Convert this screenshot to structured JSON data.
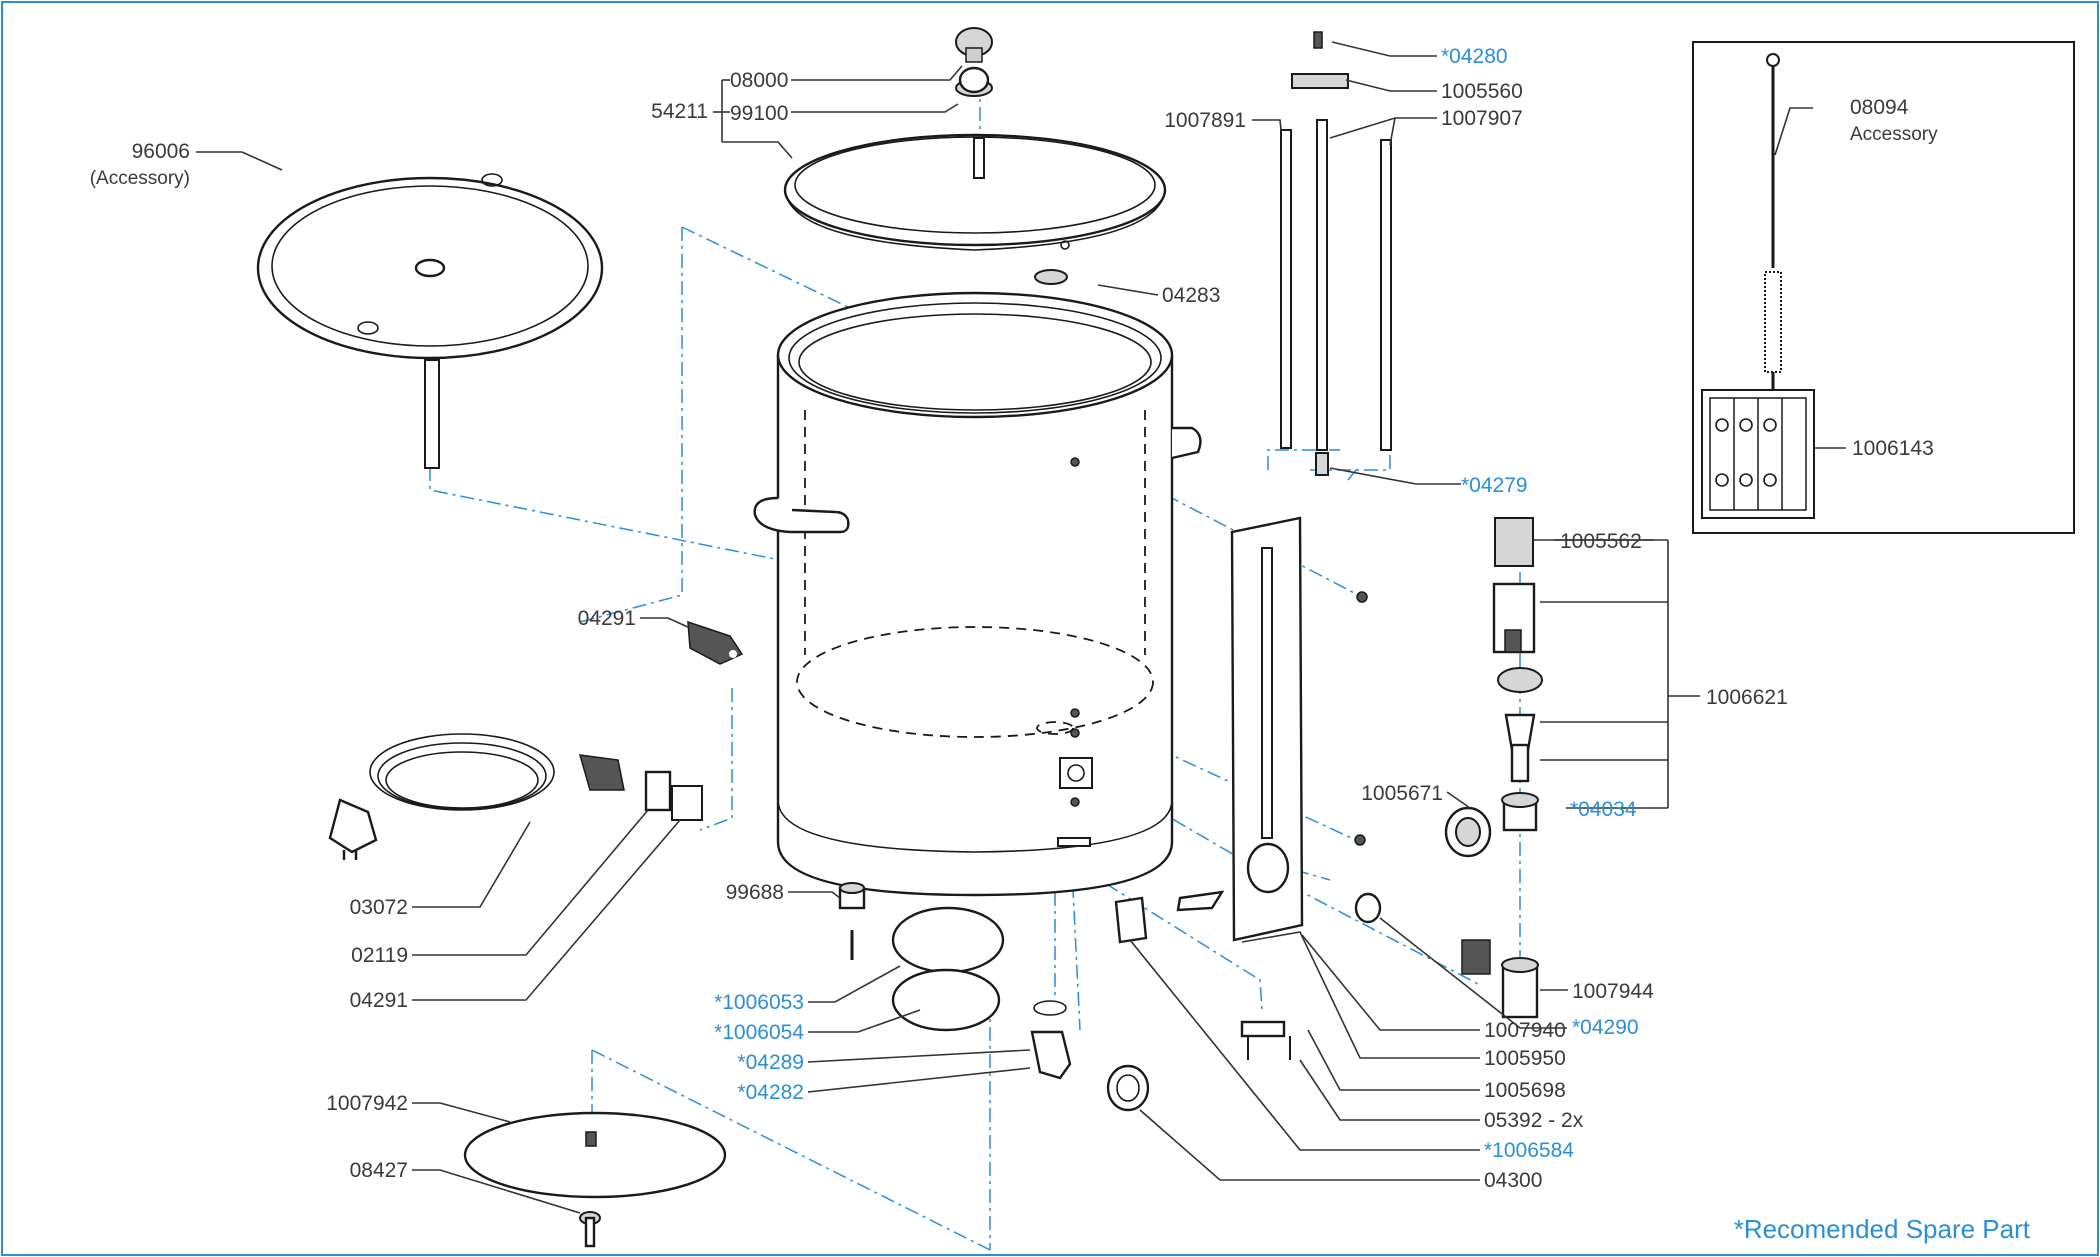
{
  "labels": {
    "p96006": "96006",
    "p96006_note": "(Accessory)",
    "p54211": "54211",
    "p08000": "08000",
    "p99100": "99100",
    "p04283": "04283",
    "p04280": "*04280",
    "p1005560": "1005560",
    "p1007891": "1007891",
    "p1007907": "1007907",
    "p08094": "08094",
    "p08094_note": "Accessory",
    "p1006143": "1006143",
    "p04279": "*04279",
    "p1005562": "1005562",
    "p1006621": "1006621",
    "p04034": "*04034",
    "p1005671": "1005671",
    "p1007944": "1007944",
    "p04290": "*04290",
    "p1007940": "1007940",
    "p1005950": "1005950",
    "p1005698": "1005698",
    "p05392": "05392 - 2x",
    "p1006584": "*1006584",
    "p04300": "04300",
    "p04291a": "04291",
    "p03072": "03072",
    "p02119": "02119",
    "p04291b": "04291",
    "p99688": "99688",
    "p1006053": "*1006053",
    "p1006054": "*1006054",
    "p04289": "*04289",
    "p04282": "*04282",
    "p1007942": "1007942",
    "p08427": "08427"
  },
  "footnote": "*Recomended Spare Part",
  "colors": {
    "spare_part_label": "#2a8fd4",
    "part_label": "#3a3a3a",
    "axis_line": "#2a8fd4",
    "border": "#2a8fd4"
  }
}
